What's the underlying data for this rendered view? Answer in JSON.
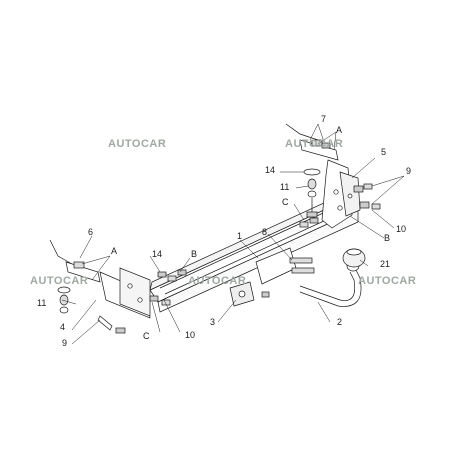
{
  "watermarks": {
    "top_center": "AUTOCAR",
    "top_right": "AUTOCAR",
    "mid_left": "AUTOCAR",
    "mid_center": "AUTOCAR",
    "mid_right": "AUTOCAR"
  },
  "labels": {
    "l1": "1",
    "l2": "2",
    "l3": "3",
    "l4": "4",
    "l5": "5",
    "l6": "6",
    "l7": "7",
    "l8": "8",
    "l9_left": "9",
    "l9_right": "9",
    "l10_left": "10",
    "l10_right": "10",
    "l11_left": "11",
    "l11_right": "11",
    "l14_left": "14",
    "l14_right": "14",
    "l21": "21",
    "la_left": "A",
    "la_right": "A",
    "lb_left": "B",
    "lb_right": "B",
    "lc_left": "C",
    "lc_right": "C"
  }
}
